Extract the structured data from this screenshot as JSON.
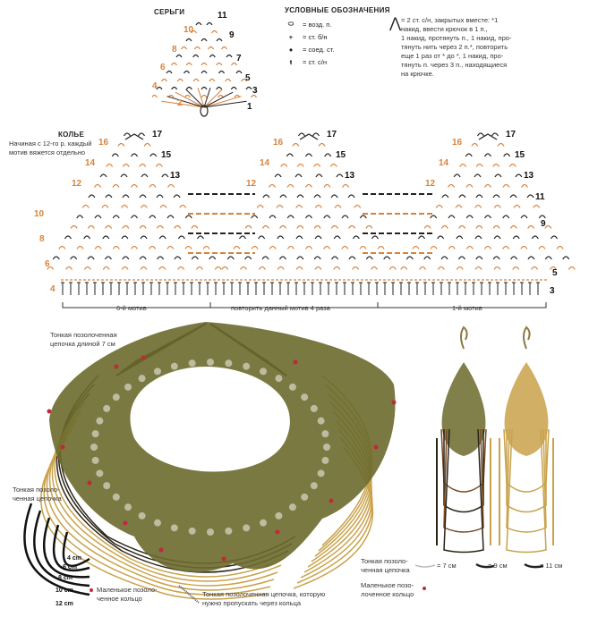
{
  "earrings_chart": {
    "title": "СЕРЬГИ",
    "rows_orange": [
      "10",
      "8",
      "6",
      "4",
      "2"
    ],
    "rows_black": [
      "11",
      "9",
      "7",
      "5",
      "3",
      "1"
    ]
  },
  "legend": {
    "title": "УСЛОВНЫЕ ОБОЗНАЧЕНИЯ",
    "items": [
      {
        "icon": "chain-stitch-icon",
        "label": "= возд. п."
      },
      {
        "icon": "single-crochet-icon",
        "label": "= ст. б/н"
      },
      {
        "icon": "slip-stitch-icon",
        "label": "= соед. ст."
      },
      {
        "icon": "double-crochet-icon",
        "label": "= ст. с/н"
      }
    ],
    "cluster_text": [
      "= 2 ст. с/н, закрытых вместе: *1",
      "накид, ввести крючок в 1 п.,",
      "1 накид, протянуть п., 1 накид, про-",
      "тянуть нить через 2 п.*, повторить",
      "еще 1 раз от * до *, 1 накид, про-",
      "тянуть п. через 3 п., находящиеся",
      "на крючке."
    ]
  },
  "necklace_chart": {
    "title": "КОЛЬЕ",
    "note": [
      "Начиная с 12-го р. каждый",
      "мотив вяжется отдельно"
    ],
    "motif_left_rows": [
      "16",
      "14",
      "12"
    ],
    "motif_right_rows": [
      "17",
      "15",
      "13"
    ],
    "first_extra_rows": [
      "10",
      "8",
      "6",
      "4"
    ],
    "last_extra_rows": [
      "11",
      "9",
      "5",
      "3"
    ],
    "sections": [
      "6-й мотив",
      "повторить данный мотив 4 раза",
      "1-й мотив"
    ]
  },
  "necklace_photo": {
    "chain_top_label": [
      "Тонкая позолоченная",
      "цепочка длиной 7 см"
    ],
    "chain_left_label": [
      "Тонкая позоло-",
      "ченная цепочка"
    ],
    "lengths": [
      "4 cm",
      "6 cm",
      "8 cm",
      "10 cm",
      "12 cm"
    ],
    "ring_label": [
      "Маленькое позоло-",
      "ченное кольцо"
    ],
    "thread_label": [
      "Тонкая позолоченная цепочка, которую",
      "нужно пропускать через кольца"
    ]
  },
  "earrings_photo": {
    "chain_label": [
      "Тонкая позоло-",
      "ченная цепочка"
    ],
    "lengths": [
      "= 7 см",
      "= 9 см",
      "= 11 см"
    ],
    "ring_label": [
      "Маленькое позо-",
      "лоченное кольцо"
    ]
  },
  "colors": {
    "orange": "#d9823a",
    "yarn": "#6b6a2c",
    "gold": "#c9a24a",
    "ring": "#c0283c",
    "dark": "#2a2418"
  }
}
